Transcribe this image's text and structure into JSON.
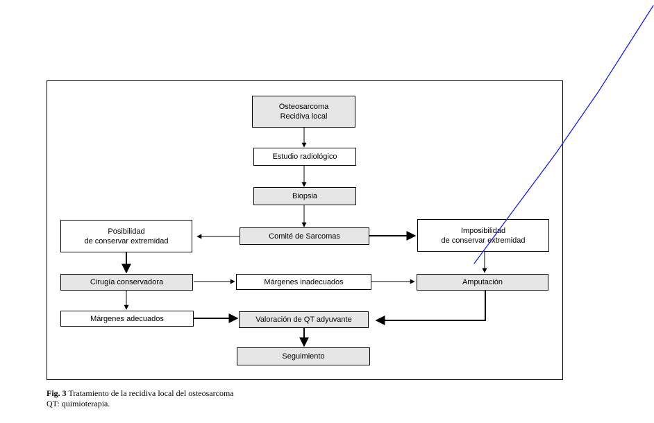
{
  "diagram": {
    "nodes": {
      "osteosarcoma": "Osteosarcoma\nRecidiva local",
      "estudio": "Estudio radiológico",
      "biopsia": "Biopsia",
      "comite": "Comité de Sarcomas",
      "posibilidad": "Posibilidad\nde conservar extremidad",
      "imposibilidad": "Imposibilidad\nde conservar extremidad",
      "cirugia": "Cirugía conservadora",
      "margenes_inadecuados": "Márgenes inadecuados",
      "amputacion": "Amputación",
      "margenes_adecuados": "Márgenes adecuados",
      "valoracion": "Valoración de QT adyuvante",
      "seguimiento": "Seguimiento"
    }
  },
  "caption": {
    "fig_label": "Fig. 3",
    "title": "Tratamiento de la recidiva local del osteosarcoma",
    "note": "QT: quimioterapia."
  },
  "annotation": {
    "pen_color": "#1a1aff"
  }
}
